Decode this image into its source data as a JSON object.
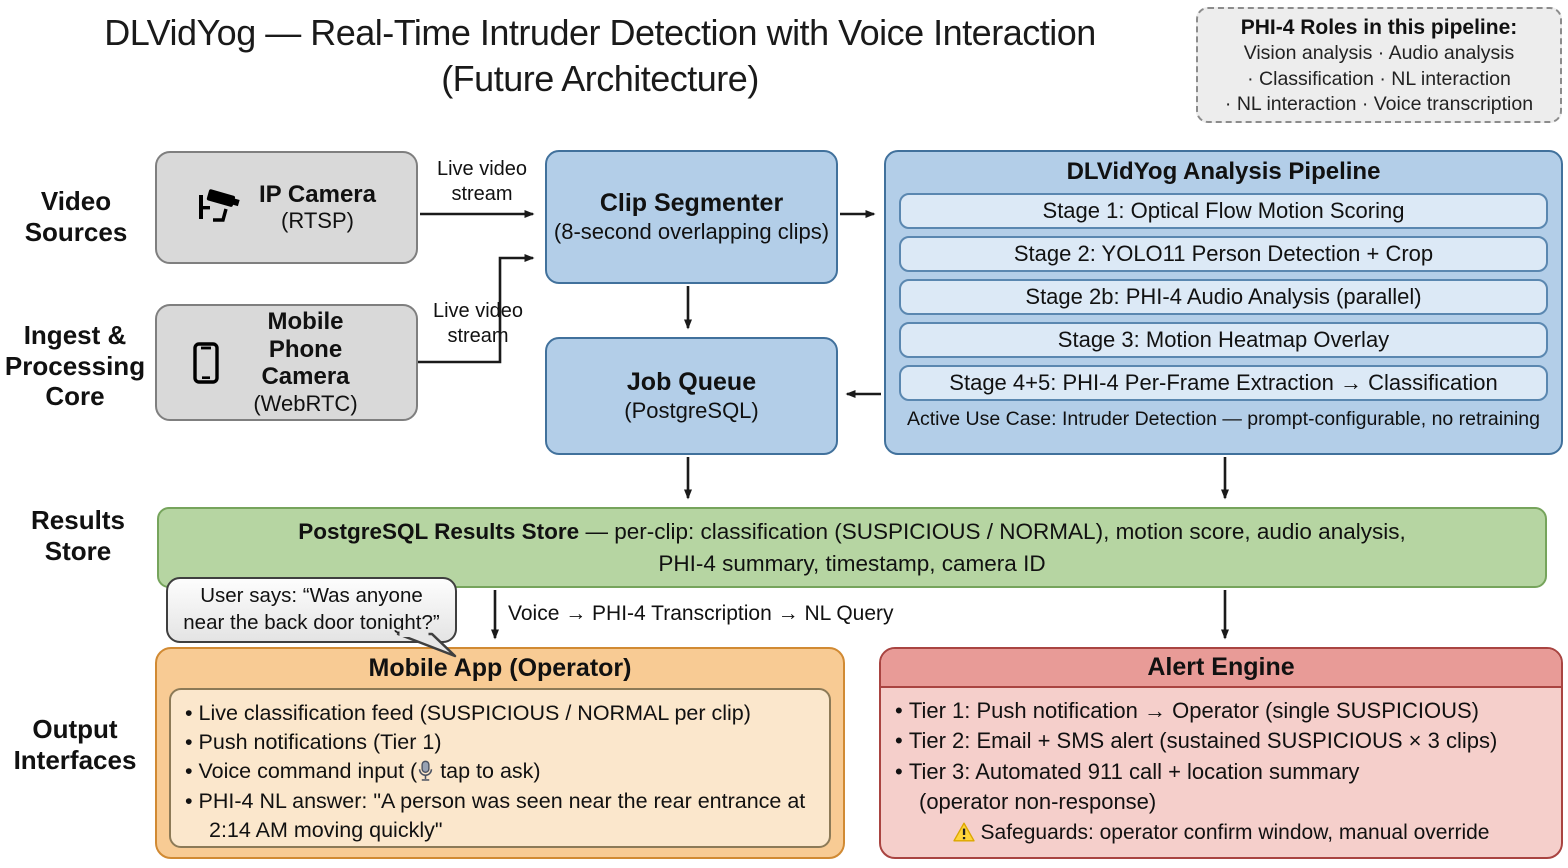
{
  "title": {
    "line1": "DLVidYog — Real-Time Intruder Detection with Voice Interaction",
    "line2": "(Future Architecture)"
  },
  "phi4_roles": {
    "title": "PHI-4 Roles in this pipeline:",
    "line1": "Vision analysis · Audio analysis",
    "line2": "· Classification · NL interaction",
    "line3": "· NL interaction · Voice transcription"
  },
  "row_labels": {
    "video_sources": "Video Sources",
    "ingest_core": "Ingest & Processing Core",
    "results_store": "Results Store",
    "output_interfaces": "Output Interfaces"
  },
  "video_sources": {
    "ip_camera": {
      "name": "IP Camera",
      "protocol": "(RTSP)",
      "icon": "cctv-camera-icon"
    },
    "mobile_camera": {
      "name": "Mobile Phone Camera",
      "protocol": "(WebRTC)",
      "icon": "smartphone-icon"
    }
  },
  "edges": {
    "live_video_stream_1": "Live video stream",
    "live_video_stream_2": "Live video stream",
    "voice_query": "Voice → PHI-4 Transcription → NL Query"
  },
  "clip_segmenter": {
    "title": "Clip Segmenter",
    "subtitle": "(8-second overlapping clips)"
  },
  "job_queue": {
    "title": "Job Queue",
    "subtitle": "(PostgreSQL)"
  },
  "pipeline": {
    "title": "DLVidYog Analysis Pipeline",
    "stages": [
      "Stage 1: Optical Flow Motion Scoring",
      "Stage 2: YOLO11 Person Detection + Crop",
      "Stage 2b: PHI-4 Audio Analysis (parallel)",
      "Stage 3: Motion Heatmap Overlay",
      "Stage 4+5: PHI-4 Per-Frame Extraction → Classification"
    ],
    "caption": "Active Use Case: Intruder Detection — prompt-configurable, no retraining"
  },
  "results_store": {
    "title": "PostgreSQL Results Store",
    "description": " — per-clip: classification (SUSPICIOUS / NORMAL), motion score, audio analysis, PHI-4 summary, timestamp, camera ID"
  },
  "speech_bubble": {
    "text": "User says: “Was anyone near the back door tonight?”"
  },
  "mobile_app": {
    "title": "Mobile App (Operator)",
    "bullets": {
      "b1": "Live classification feed (SUSPICIOUS / NORMAL per clip)",
      "b2": "Push notifications (Tier 1)",
      "b3_pre": "Voice command input (",
      "b3_post": " tap to ask)",
      "b3_icon": "microphone-icon",
      "b4": "PHI-4 NL answer: \"A person was seen near the rear entrance at 2:14 AM moving quickly\""
    }
  },
  "alert_engine": {
    "title": "Alert Engine",
    "tier1": "Tier 1: Push notification → Operator (single SUSPICIOUS)",
    "tier2": "Tier 2: Email + SMS alert (sustained SUSPICIOUS × 3 clips)",
    "tier3_line1": "Tier 3: Automated 911 call + location summary",
    "tier3_line2": "(operator non-response)",
    "safeguards_icon": "warning-icon",
    "safeguards": "Safeguards: operator confirm window, manual override"
  },
  "colors": {
    "process_blue_fill": "#b3cee8",
    "process_blue_border": "#41719c",
    "stage_fill": "#dce9f6",
    "stage_border": "#5a87b0",
    "source_gray_fill": "#d9d9d9",
    "source_gray_border": "#7f7f7f",
    "results_green_fill": "#b6d5a2",
    "results_green_border": "#76a45c",
    "app_orange_fill": "#f8cb94",
    "app_orange_inner": "#fbe7cc",
    "app_orange_border": "#d18a33",
    "alert_red_header": "#e89b97",
    "alert_red_body": "#f5cfcb",
    "alert_red_border": "#a94441",
    "warning_yellow": "#ffd43b",
    "arrow_color": "#1a1a1a"
  }
}
